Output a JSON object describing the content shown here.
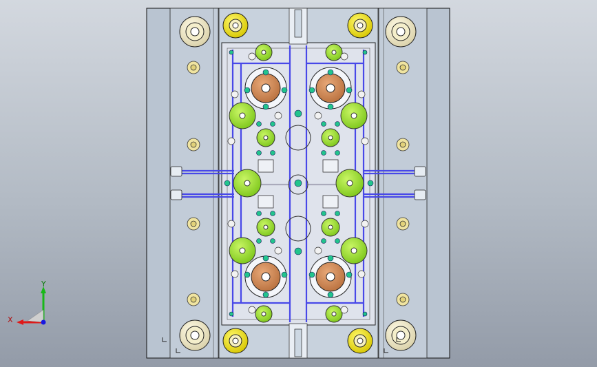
{
  "viewport": {
    "name": "cad-3d-viewport"
  },
  "model": {
    "name": "injection-mold-assembly-top-view"
  },
  "triad": {
    "x_label": "X",
    "y_label": "Y"
  },
  "colors": {
    "background_top": "#d3d8df",
    "background_bottom": "#939ba8",
    "plate": "#b9c4d1",
    "inner_plate": "#dfe3ec",
    "cooling_channel": "#4848e8",
    "green_part": "#9be02a",
    "copper_part": "#d28a5a",
    "yellow_bushing": "#f2e40a",
    "teal_pin": "#22c48d",
    "axis_x": "#e01818",
    "axis_y": "#18b818",
    "axis_z": "#1818e0"
  }
}
